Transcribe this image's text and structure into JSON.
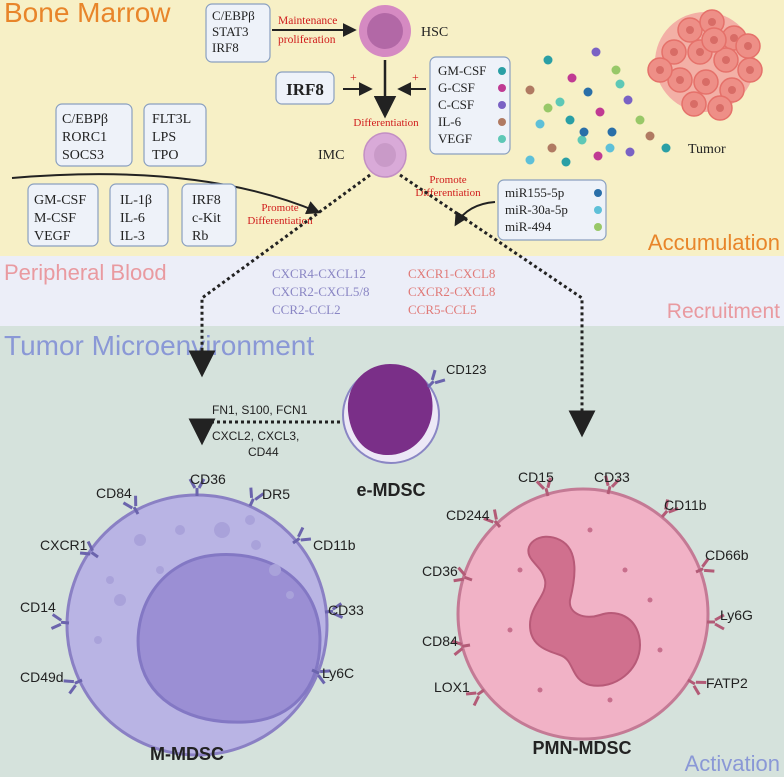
{
  "colors": {
    "bone_marrow_bg": "#f7f0c6",
    "blood_bg": "#eceef8",
    "tme_bg": "#d5e2dc",
    "orange_title": "#e8852a",
    "pink_title": "#e99aa0",
    "blue_title": "#8a98d6",
    "red_text": "#d01c1c",
    "purple_text": "#8a86c4",
    "salmon_text": "#e07a78",
    "box_fill": "#eef2f9",
    "box_stroke": "#8aa0c0",
    "hsc_outer": "#d58ac2",
    "hsc_inner": "#b268a6",
    "e_mdsc_fill": "#7a2f88",
    "m_mdsc_fill": "#b9b4e4",
    "m_mdsc_nucleus": "#9b8fd4",
    "pmn_fill": "#f1b2c6",
    "pmn_nucleus": "#d0708e",
    "receptor_purple": "#6b64ad",
    "receptor_pink": "#b35b77",
    "tumor": "#ee8f87"
  },
  "sections": {
    "bone_marrow": "Bone Marrow",
    "accumulation": "Accumulation",
    "peripheral_blood": "Peripheral Blood",
    "recruitment": "Recruitment",
    "tumor_microenvironment": "Tumor Microenvironment",
    "activation": "Activation"
  },
  "bone_marrow": {
    "tf_box": [
      "C/EBPβ",
      "STAT3",
      "IRF8"
    ],
    "maintenance_label": [
      "Maintenance",
      "proliferation"
    ],
    "hsc_label": "HSC",
    "irf8_box": "IRF8",
    "plus_sign": "+",
    "cytokine_box": [
      "GM-CSF",
      "G-CSF",
      "C-CSF",
      "IL-6",
      "VEGF"
    ],
    "cytokine_dot_colors": [
      "#2a9fa5",
      "#c03a93",
      "#7a62c4",
      "#b07a62",
      "#5ec8b6"
    ],
    "differentiation_label": "Differentiation",
    "imc_label": "IMC",
    "tumor_label": "Tumor",
    "left_box_1": [
      "C/EBPβ",
      "RORC1",
      "SOCS3"
    ],
    "left_box_2": [
      "FLT3L",
      "LPS",
      "TPO"
    ],
    "bottom_box_1": [
      "GM-CSF",
      "M-CSF",
      "VEGF"
    ],
    "bottom_box_2": [
      "IL-1β",
      "IL-6",
      "IL-3"
    ],
    "bottom_box_3": [
      "IRF8",
      "c-Kit",
      "Rb"
    ],
    "promote_diff_left": [
      "Promote",
      "Differentiation"
    ],
    "promote_diff_right": [
      "Promote",
      "Differentiation"
    ],
    "mirna_box": [
      "miR155-5p",
      "miR-30a-5p",
      "miR-494"
    ],
    "mirna_dot_colors": [
      "#2a6fa8",
      "#5ec0d8",
      "#98c868"
    ]
  },
  "peripheral_blood": {
    "axes_left": [
      "CXCR4-CXCL12",
      "CXCR2-CXCL5/8",
      "CCR2-CCL2"
    ],
    "axes_right": [
      "CXCR1-CXCL8",
      "CXCR2-CXCL8",
      "CCR5-CCL5"
    ]
  },
  "tme": {
    "e_mdsc_label": "e-MDSC",
    "cd123": "CD123",
    "secreted": [
      "FN1, S100, FCN1",
      "CXCL2, CXCL3,",
      "CD44"
    ],
    "m_mdsc_label": "M-MDSC",
    "m_markers": [
      "CD84",
      "CD36",
      "DR5",
      "CXCR1",
      "CD11b",
      "CD14",
      "CD33",
      "CD49d",
      "Ly6C"
    ],
    "pmn_label": "PMN-MDSC",
    "pmn_markers": [
      "CD15",
      "CD33",
      "CD244",
      "CD11b",
      "CD66b",
      "CD36",
      "Ly6G",
      "CD84",
      "LOX1",
      "FATP2"
    ]
  }
}
